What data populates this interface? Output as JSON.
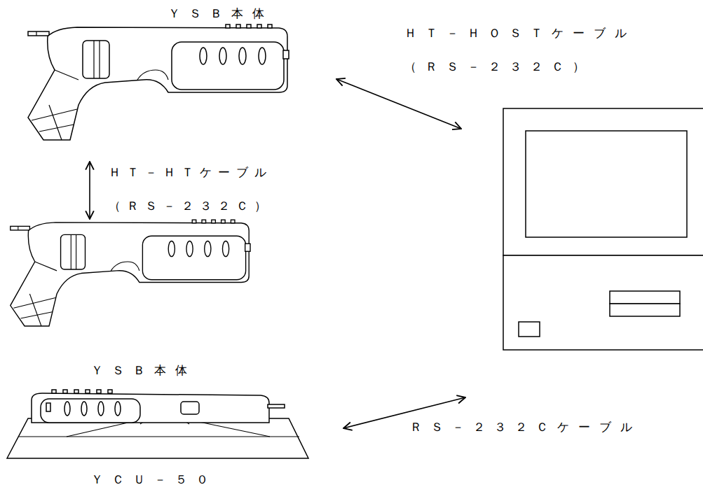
{
  "diagram": {
    "nodes": [
      {
        "text": [
          "ＹＳＢ本体"
        ]
      },
      {
        "text": [
          "ＹＳＢ本体"
        ]
      },
      {
        "text": [
          "ＹＣＵ－５０"
        ]
      }
    ],
    "edges": [
      {
        "from": 0,
        "to": 1,
        "label": "ＨＴ－ＨＴケーブル （ＲＳ－２３２Ｃ）",
        "arrow": "both"
      }
    ],
    "labels": [
      "ＨＴ－ＨＯＳＴケーブル （ＲＳ－２３２Ｃ）",
      "ＲＳ－２３２Ｃケーブル"
    ]
  }
}
